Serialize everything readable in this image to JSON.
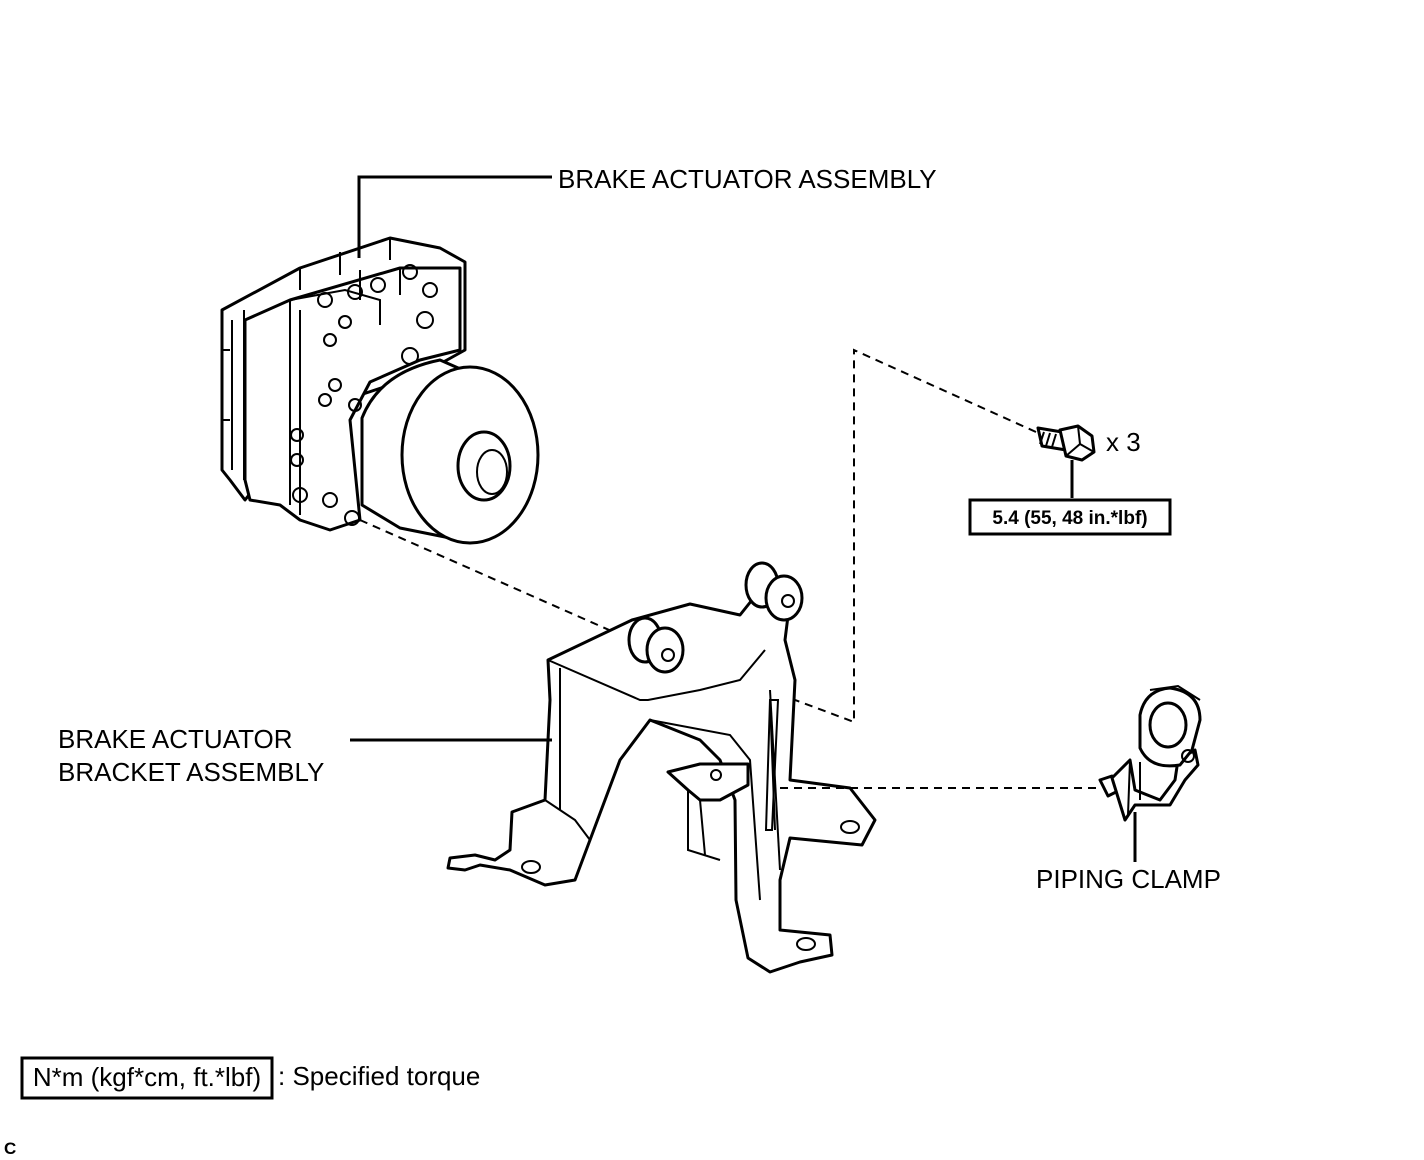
{
  "labels": {
    "brake_actuator_assembly": "BRAKE ACTUATOR ASSEMBLY",
    "bracket_line1": "BRAKE ACTUATOR",
    "bracket_line2": "BRACKET ASSEMBLY",
    "piping_clamp": "PIPING CLAMP",
    "bolt_quantity": "x 3",
    "torque_value": "5.4 (55, 48 in.*lbf)"
  },
  "legend": {
    "unit_box": "N*m (kgf*cm, ft.*lbf)",
    "description": ": Specified torque"
  },
  "footer": {
    "code": "C"
  }
}
